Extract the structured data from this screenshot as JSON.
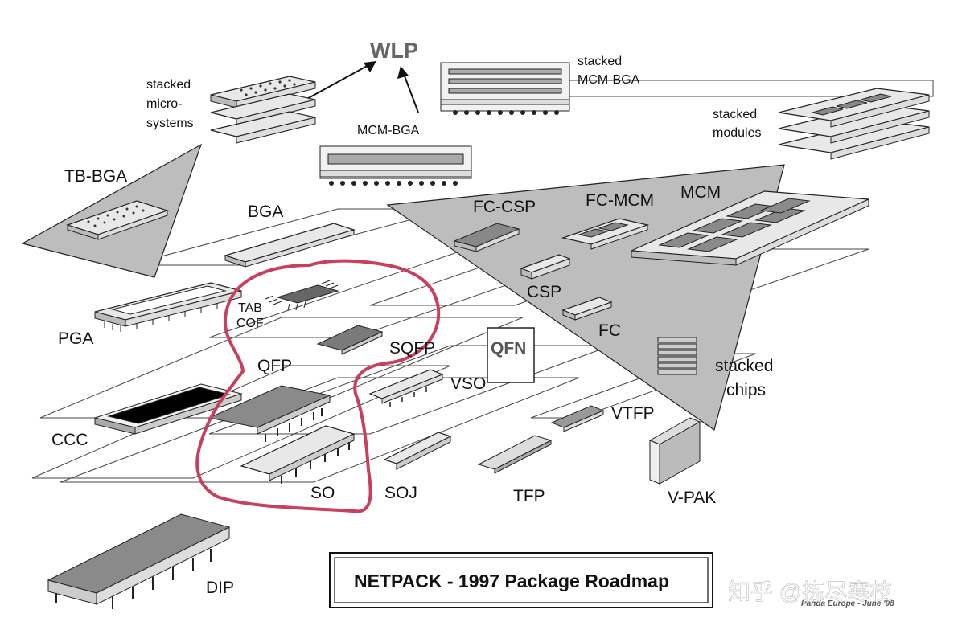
{
  "title": "NETPACK - 1997 Package Roadmap",
  "credit": "Panda Europe - June '98",
  "watermark": "知乎 @拣尽寒枝",
  "labels": {
    "wlp": "WLP",
    "stacked_micro_line1": "stacked",
    "stacked_micro_line2": "micro-",
    "stacked_micro_line3": "systems",
    "stacked_mcm_bga_line1": "stacked",
    "stacked_mcm_bga_line2": "MCM-BGA",
    "stacked_modules_line1": "stacked",
    "stacked_modules_line2": "modules",
    "mcm_bga": "MCM-BGA",
    "tb_bga": "TB-BGA",
    "bga": "BGA",
    "fc_csp": "FC-CSP",
    "fc_mcm": "FC-MCM",
    "mcm": "MCM",
    "csp": "CSP",
    "fc": "FC",
    "pga": "PGA",
    "tab_line1": "TAB",
    "tab_line2": "COF",
    "sqfp": "SQFP",
    "qfn": "QFN",
    "qfp": "QFP",
    "vso": "VSO",
    "stacked_chips_line1": "stacked",
    "stacked_chips_line2": "chips",
    "ccc": "CCC",
    "vtfp": "VTFP",
    "so": "SO",
    "soj": "SOJ",
    "tfp": "TFP",
    "vpak": "V-PAK",
    "dip": "DIP"
  },
  "colors": {
    "background": "#ffffff",
    "triangle_fill": "#bdbdbd",
    "highlight_circle": "#c8405f",
    "chip_dark": "#8a8a8a",
    "chip_light": "#e8e8e8"
  }
}
